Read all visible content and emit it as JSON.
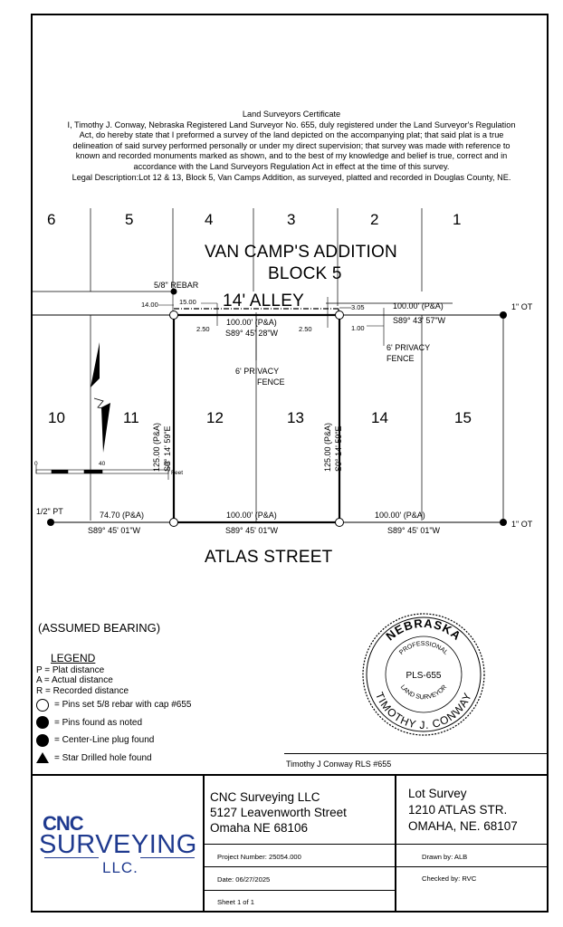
{
  "certificate": {
    "title": "Land Surveyors Certificate",
    "body": "I, Timothy J. Conway, Nebraska Registered Land Surveyor No. 655, duly registered under the Land Surveyor's Regulation Act, do hereby state that I preformed a survey of the land depicted on the accompanying plat; that said plat is a true delineation of said survey performed personally or under my direct supervision; that survey was made with reference to known and recorded monuments marked as shown, and to the best of my knowledge and belief is true, correct and in accordance with the Land Surveyors Regulation Act in effect at the time of this survey.",
    "legal": "Legal Description:Lot 12 & 13, Block 5, Van Camps Addition, as surveyed, platted and recorded in Douglas County, NE."
  },
  "plat": {
    "top_lots": [
      "6",
      "5",
      "4",
      "3",
      "2",
      "1"
    ],
    "bottom_lots": [
      "10",
      "11",
      "12",
      "13",
      "14",
      "15"
    ],
    "addition_name": "VAN CAMP'S ADDITION",
    "block_name": "BLOCK 5",
    "alley_label": "14' ALLEY",
    "street_label": "ATLAS STREET",
    "rebar_label": "5/8\" REBAR",
    "fence_label_1": [
      "6' PRIVACY",
      "FENCE"
    ],
    "fence_label_2": [
      "6' PRIVACY",
      "FENCE"
    ],
    "dims": {
      "d_14": "14.00",
      "d_15": "15.00",
      "d_250a": "2.50",
      "d_250b": "2.50",
      "d_305": "3.05",
      "d_100": "1.00",
      "north_top": "100.00' (P&A)",
      "north_bearing": "S89° 45' 28\"W",
      "east_top": "100.00' (P&A)",
      "east_bearing": "S89° 43' 57\"W",
      "west_side": "125.00 (P&A)",
      "west_bearing": "S0° 14' 59\"E",
      "east_side": "125.00 (P&A)",
      "east_side_bearing": "S0° 14' 59\"E",
      "south_left": "74.70 (P&A)",
      "south_left_bearing": "S89° 45' 01\"W",
      "south_mid": "100.00' (P&A)",
      "south_mid_bearing": "S89° 45' 01\"W",
      "south_right": "100.00' (P&A)",
      "south_right_bearing": "S89° 45' 01\"W"
    },
    "monuments": {
      "ot_top": "1\" OT",
      "ot_bottom": "1\" OT",
      "pt_left": "1/2\" PT"
    },
    "scale": {
      "ticks": [
        "0",
        "40",
        "80"
      ],
      "unit": "Feet"
    }
  },
  "assumed_bearing": "(ASSUMED BEARING)",
  "legend": {
    "title": "LEGEND",
    "defs": [
      "P = Plat distance",
      "A = Actual distance",
      "R = Recorded distance"
    ],
    "symbols": [
      {
        "shape": "open-circle",
        "label": "= Pins set 5/8 rebar with cap #655"
      },
      {
        "shape": "filled-circle",
        "label": "= Pins found as noted"
      },
      {
        "shape": "filled-circle",
        "label": "= Center-Line plug found"
      },
      {
        "shape": "triangle",
        "label": "= Star Drilled hole found"
      }
    ]
  },
  "seal": {
    "state": "NEBRASKA",
    "professional": "PROFESSIONAL",
    "license": "PLS-655",
    "land_surveyor": "LAND SURVEYOR",
    "name": "TIMOTHY J. CONWAY"
  },
  "signature_line": "Timothy J Conway RLS #655",
  "title_block": {
    "logo_top": "CNC",
    "logo_mid": "SURVEYING",
    "logo_bottom": "LLC.",
    "company": "CNC Surveying LLC",
    "address1": "5127 Leavenworth Street",
    "address2": "Omaha NE 68106",
    "doc_title": "Lot Survey",
    "site1": "1210 ATLAS STR.",
    "site2": "OMAHA, NE. 68107",
    "project_number": "Project Number: 25054.000",
    "date": "Date: 06/27/2025",
    "sheet": "Sheet 1 of 1",
    "drawn_by": "Drawn by: ALB",
    "checked_by": "Checked by: RVC"
  },
  "colors": {
    "logo_blue": "#1f3a8f",
    "ink": "#000000"
  }
}
